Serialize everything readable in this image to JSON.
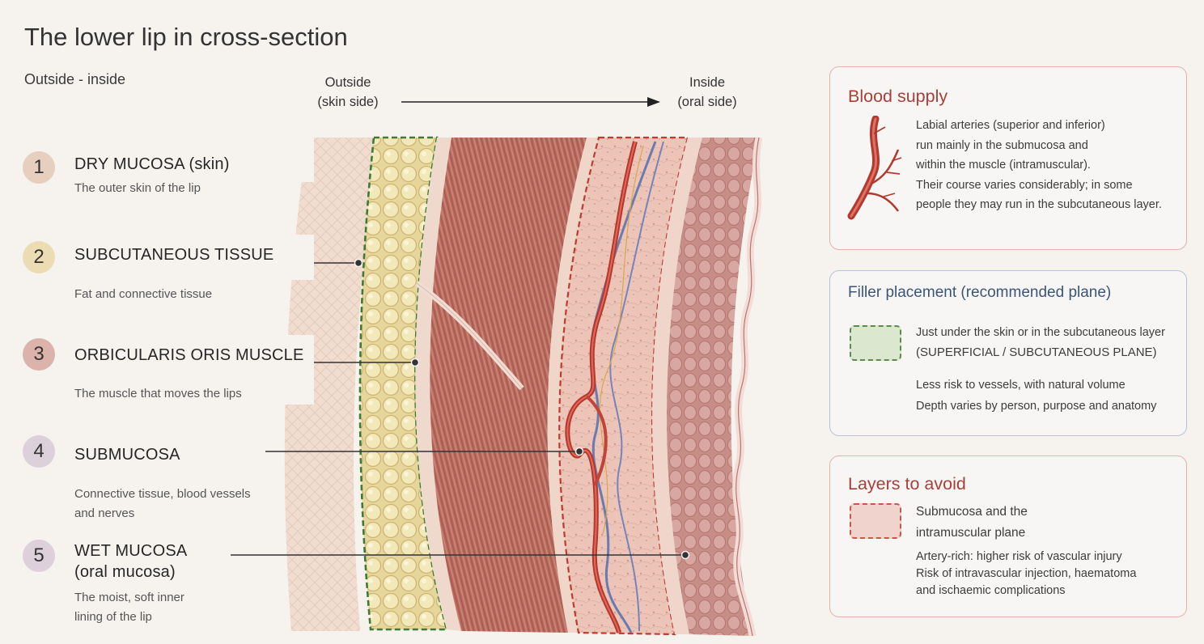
{
  "title": "The lower lip in cross-section",
  "subtitle": "Outside - inside",
  "direction": {
    "outside_line1": "Outside",
    "outside_line2": "(skin side)",
    "inside_line1": "Inside",
    "inside_line2": "(oral side)"
  },
  "layers": [
    {
      "number": "1",
      "name": "DRY MUCOSA (skin)",
      "desc1": "The outer skin of the lip",
      "desc2": "",
      "color": "#e6cfbe"
    },
    {
      "number": "2",
      "name": "SUBCUTANEOUS TISSUE",
      "desc1": "Fat and connective tissue",
      "desc2": "",
      "color": "#ecdcb4"
    },
    {
      "number": "3",
      "name": "ORBICULARIS ORIS MUSCLE",
      "desc1": "The muscle that moves the lips",
      "desc2": "",
      "color": "#dcb3aa"
    },
    {
      "number": "4",
      "name": "SUBMUCOSA",
      "desc1": "Connective tissue, blood vessels",
      "desc2": "and nerves",
      "color": "#dcd0da"
    },
    {
      "number": "5",
      "name": "WET MUCOSA",
      "name2": "(oral mucosa)",
      "desc1": "The moist, soft inner",
      "desc2": "lining of the lip",
      "color": "#ded0da"
    }
  ],
  "blood_supply": {
    "title": "Blood supply",
    "lines": [
      "Labial arteries (superior and inferior)",
      "run mainly in the submucosa and",
      "within the muscle (intramuscular).",
      "Their course varies considerably; in some",
      "people they may run in the subcutaneous layer."
    ],
    "title_color": "#a8403a",
    "border_color": "#e2b2a6"
  },
  "filler": {
    "title": "Filler placement (recommended plane)",
    "line1": "Just under the skin or in the subcutaneous layer",
    "line2": "(SUPERFICIAL / SUBCUTANEOUS PLANE)",
    "line3": "Less risk to vessels, with natural volume",
    "line4": "Depth varies by person, purpose and anatomy",
    "title_color": "#3c5577",
    "border_color": "#b7c2d8"
  },
  "avoid": {
    "title": "Layers to avoid",
    "line1": "Submucosa and the",
    "line2": "intramuscular plane",
    "line3": "Artery-rich: higher risk of vascular injury",
    "line4": "Risk of intravascular injection, haematoma",
    "line5": "and ischaemic complications",
    "title_color": "#a8403a",
    "border_color": "#e2b2a6"
  }
}
